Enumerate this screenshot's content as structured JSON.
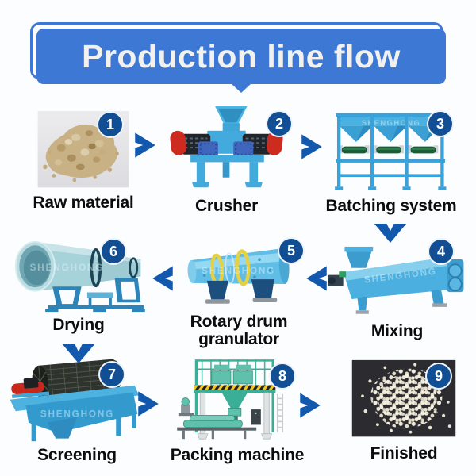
{
  "header": {
    "title": "Production line flow"
  },
  "watermark": "SHENGHONG",
  "colors": {
    "banner": "#3d79d4",
    "badge": "#114e94",
    "arrow": "#1258ad",
    "label": "#0c0c0c"
  },
  "steps": [
    {
      "number": "1",
      "label": "Raw material"
    },
    {
      "number": "2",
      "label": "Crusher"
    },
    {
      "number": "3",
      "label": "Batching system"
    },
    {
      "number": "4",
      "label": "Mixing"
    },
    {
      "number": "5",
      "label": "Rotary drum granulator"
    },
    {
      "number": "6",
      "label": "Drying"
    },
    {
      "number": "7",
      "label": "Screening"
    },
    {
      "number": "8",
      "label": "Packing machine"
    },
    {
      "number": "9",
      "label": "Finished"
    }
  ]
}
